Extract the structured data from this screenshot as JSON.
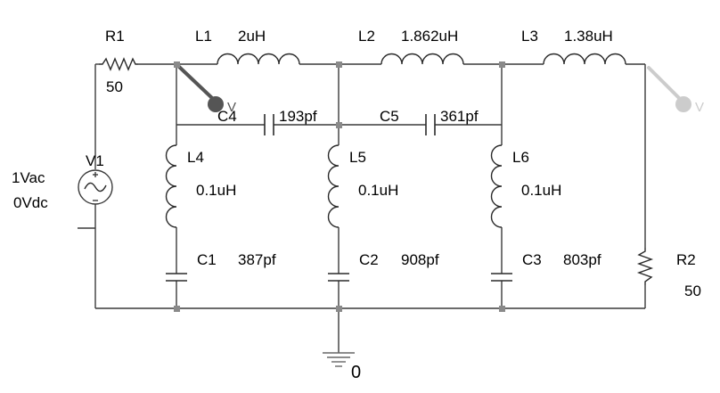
{
  "labels": {
    "r1_name": "R1",
    "r1_val": "50",
    "l1_name": "L1",
    "l1_val": "2uH",
    "l2_name": "L2",
    "l2_val": "1.862uH",
    "l3_name": "L3",
    "l3_val": "1.38uH",
    "c4_name": "C4",
    "c4_val": "193pf",
    "c5_name": "C5",
    "c5_val": "361pf",
    "v1_name": "V1",
    "v1_ac": "1Vac",
    "v1_dc": "0Vdc",
    "l4_name": "L4",
    "l4_val": "0.1uH",
    "l5_name": "L5",
    "l5_val": "0.1uH",
    "l6_name": "L6",
    "l6_val": "0.1uH",
    "c1_name": "C1",
    "c1_val": "387pf",
    "c2_name": "C2",
    "c2_val": "908pf",
    "c3_name": "C3",
    "c3_val": "803pf",
    "r2_name": "R2",
    "r2_val": "50",
    "ground": "0",
    "probe_in": "V",
    "probe_out": "V"
  },
  "colors": {
    "wire": "#3a3a3a",
    "node": "#8a8a8a",
    "probe_active": "#555555",
    "probe_inactive": "#cccccc"
  }
}
